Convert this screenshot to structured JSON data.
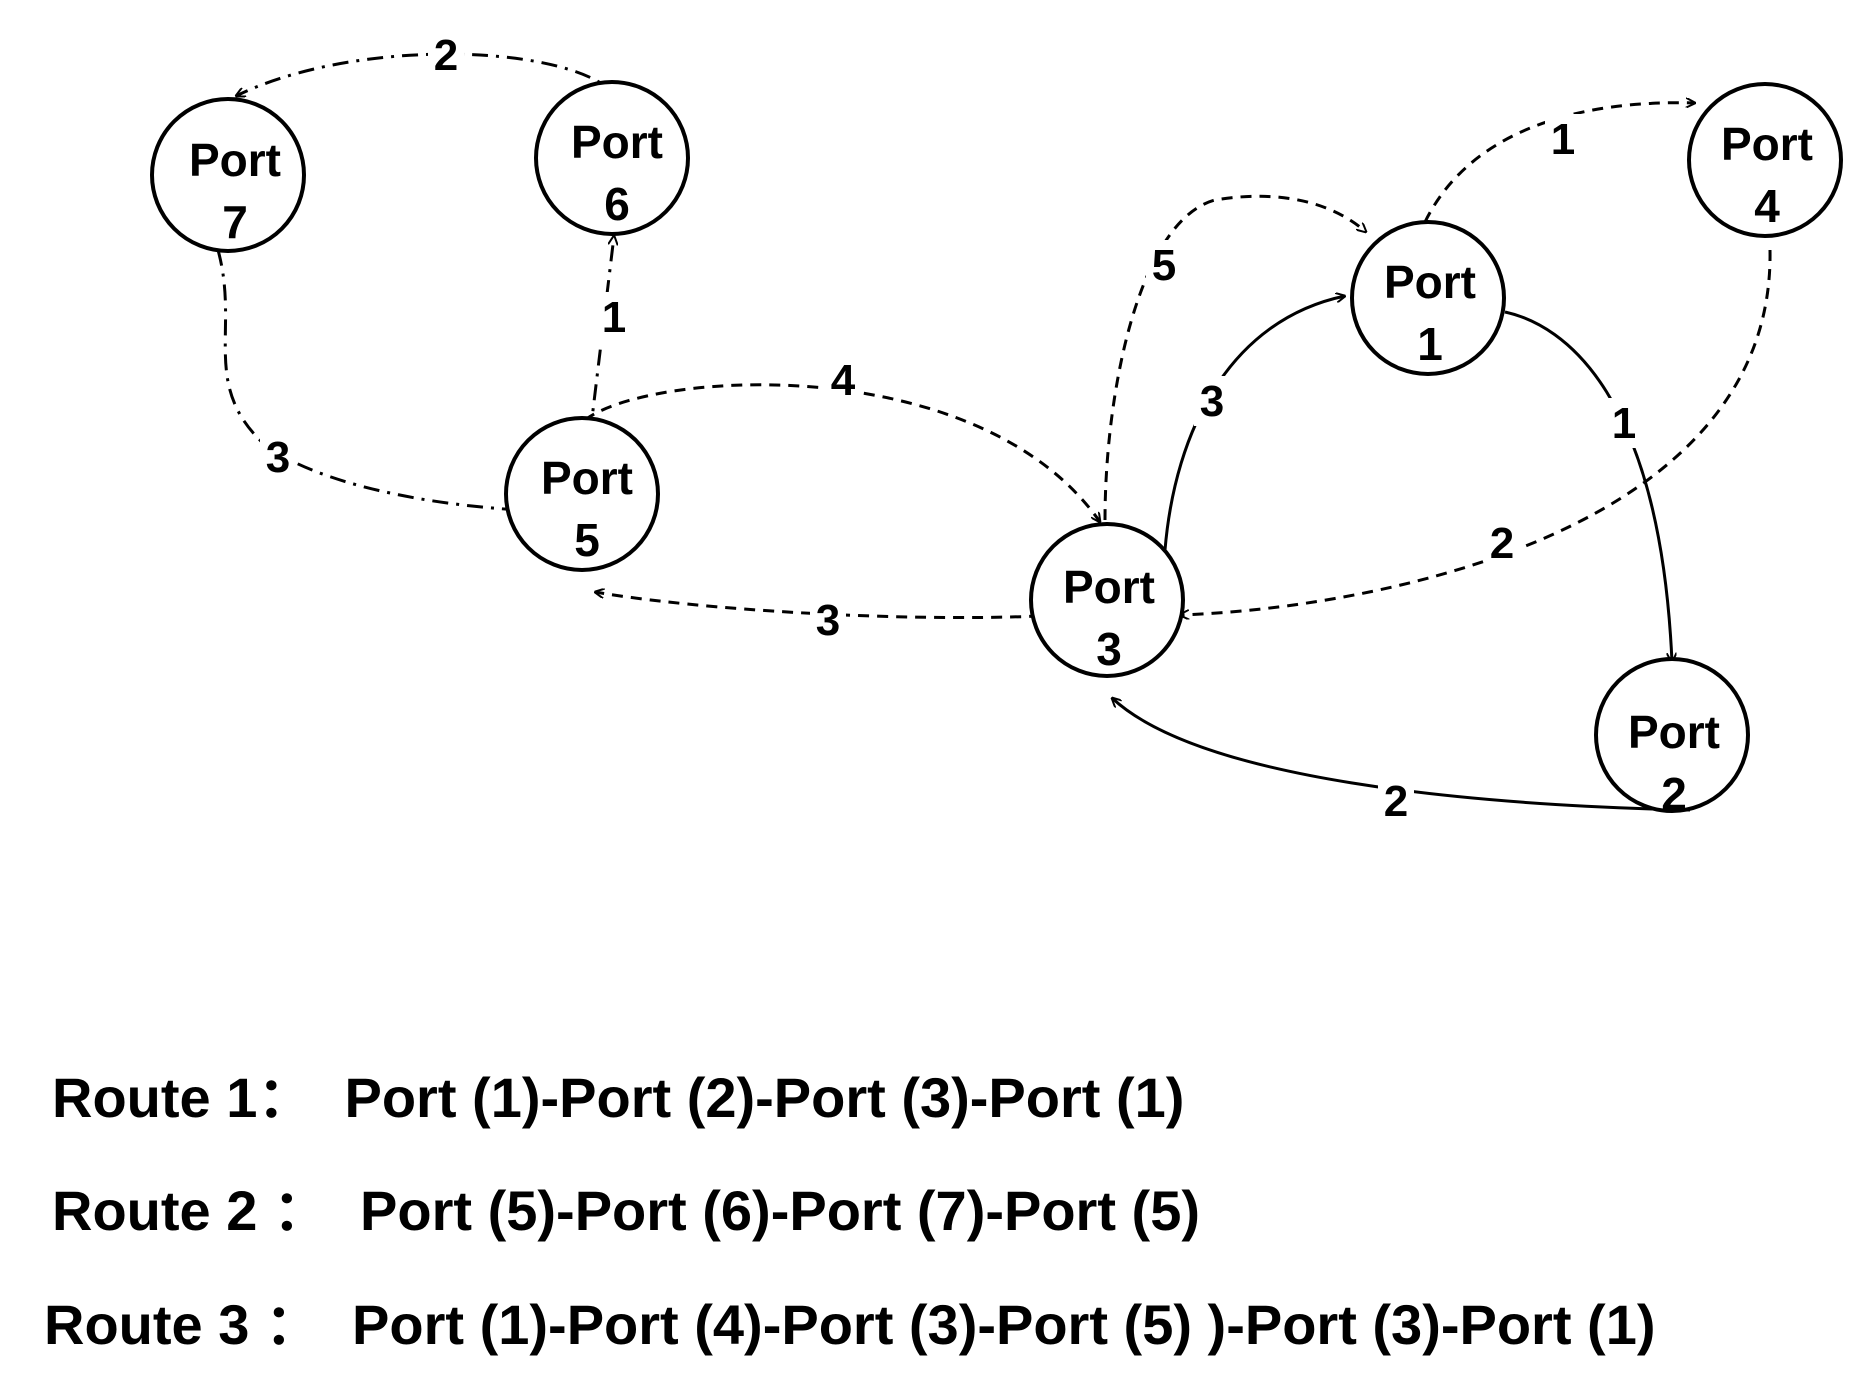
{
  "ports": [
    {
      "id": "p1",
      "line1": "Port",
      "line2": "1"
    },
    {
      "id": "p2",
      "line1": "Port",
      "line2": "2"
    },
    {
      "id": "p3",
      "line1": "Port",
      "line2": "3"
    },
    {
      "id": "p4",
      "line1": "Port",
      "line2": "4"
    },
    {
      "id": "p5",
      "line1": "Port",
      "line2": "5"
    },
    {
      "id": "p6",
      "line1": "Port",
      "line2": "6"
    },
    {
      "id": "p7",
      "line1": "Port",
      "line2": "7"
    }
  ],
  "edges": [
    {
      "id": "e-r1-1-2",
      "from": "p1",
      "to": "p2",
      "style": "solid",
      "label": "1"
    },
    {
      "id": "e-r1-2-3",
      "from": "p2",
      "to": "p3",
      "style": "solid",
      "label": "2"
    },
    {
      "id": "e-r1-3-1",
      "from": "p3",
      "to": "p1",
      "style": "solid",
      "label": "3"
    },
    {
      "id": "e-r2-5-6",
      "from": "p5",
      "to": "p6",
      "style": "dash-dot",
      "label": "1"
    },
    {
      "id": "e-r2-6-7",
      "from": "p6",
      "to": "p7",
      "style": "dash-dot",
      "label": "2"
    },
    {
      "id": "e-r2-7-5",
      "from": "p7",
      "to": "p5",
      "style": "dash-dot",
      "label": "3"
    },
    {
      "id": "e-r3-1-4",
      "from": "p1",
      "to": "p4",
      "style": "dashed",
      "label": "1"
    },
    {
      "id": "e-r3-4-3",
      "from": "p4",
      "to": "p3",
      "style": "dashed",
      "label": "2"
    },
    {
      "id": "e-r3-3-5",
      "from": "p3",
      "to": "p5",
      "style": "dashed",
      "label": "3"
    },
    {
      "id": "e-r3-5-3",
      "from": "p5",
      "to": "p3",
      "style": "dashed",
      "label": "4"
    },
    {
      "id": "e-r3-3-1",
      "from": "p3",
      "to": "p1",
      "style": "dashed",
      "label": "5"
    }
  ],
  "routes": [
    {
      "label": "Route 1：",
      "path": "Port (1)-Port (2)-Port (3)-Port (1)"
    },
    {
      "label": "Route 2 ：",
      "path": "Port (5)-Port (6)-Port (7)-Port (5)"
    },
    {
      "label": "Route 3 ：",
      "path": "Port (1)-Port (4)-Port (3)-Port (5) )-Port (3)-Port (1)"
    }
  ]
}
